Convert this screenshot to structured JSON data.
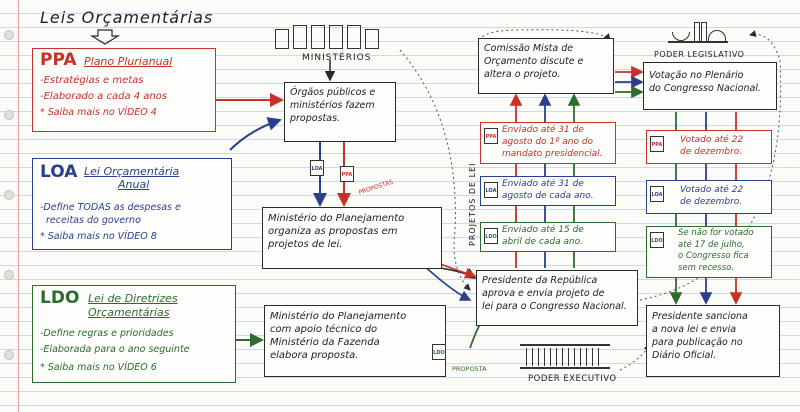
{
  "title": "Leis Orçamentárias",
  "ppa": {
    "acronym": "PPA",
    "name": "Plano Plurianual",
    "item1": "-Estratégias e metas",
    "item2": "-Elaborado a cada 4 anos",
    "more": "* Saiba mais no VÍDEO 4"
  },
  "loa": {
    "acronym": "LOA",
    "name_line1": "Lei Orçamentária",
    "name_line2": "Anual",
    "item1_line1": "-Define TODAS as despesas e",
    "item1_line2": "receitas do governo",
    "more": "* Saiba mais no VÍDEO 8"
  },
  "ldo": {
    "acronym": "LDO",
    "name_line1": "Lei de Diretrizes",
    "name_line2": "Orçamentárias",
    "item1": "-Define regras e prioridades",
    "item2": "-Elaborada para o ano seguinte",
    "more": "* Saiba mais no VÍDEO 6"
  },
  "ministerios_label": "MINISTÉRIOS",
  "orgaos": "Órgãos públicos e\nministérios fazem\npropostas.",
  "propostas_label": "PROPOSTAS",
  "mp1": "Ministério do Planejamento\norganiza as propostas em\nprojetos de lei.",
  "mp2": "Ministério do Planejamento\ncom apoio técnico do\nMinistério da Fazenda\nelabora proposta.",
  "proposta_label": "PROPOSTA",
  "projetos_de_lei": "PROJETOS DE LEI",
  "comissao": "Comissão Mista de\nOrçamento discute e\naltera o projeto.",
  "enviado_ppa": "Enviado até 31 de\nagosto do 1º ano do\nmandato presidencial.",
  "enviado_loa": "Enviado até 31 de\nagosto de cada ano.",
  "enviado_ldo": "Enviado até 15 de\nabril de cada ano.",
  "presidente1": "Presidente da República\naprova e envia projeto de\nlei para o Congresso Nacional.",
  "poder_executivo": "PODER EXECUTIVO",
  "poder_legislativo": "PODER LEGISLATIVO",
  "votacao": "Votação no Plenário\ndo Congresso Nacional.",
  "votado_ppa": "Votado até 22\nde dezembro.",
  "votado_loa": "Votado até 22\nde dezembro.",
  "votado_ldo": "Se não for votado\naté 17 de julho,\no Congresso fica\nsem recesso.",
  "presidente2": "Presidente sanciona\na nova lei e envia\npara publicação no\nDiário Oficial.",
  "colors": {
    "ppa": "#c8302a",
    "loa": "#2c3f8f",
    "ldo": "#2f6b2f",
    "ink": "#2a2a2a"
  }
}
